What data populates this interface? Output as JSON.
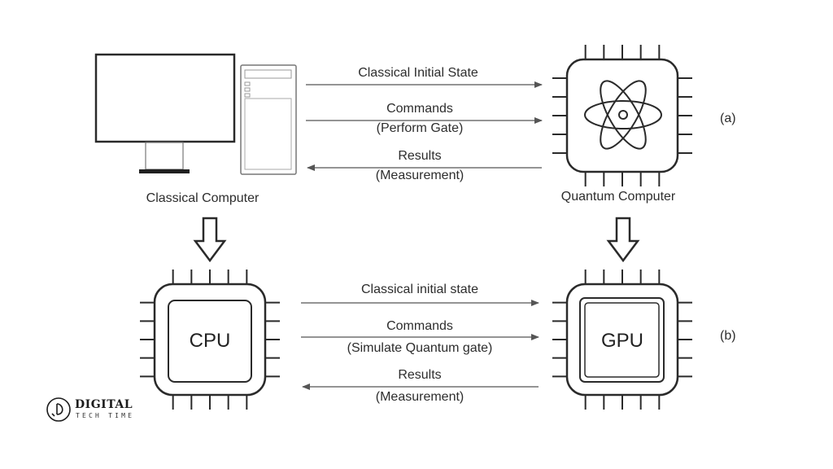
{
  "colors": {
    "stroke": "#2a2a2a",
    "arrow": "#555555",
    "background": "#ffffff"
  },
  "top": {
    "classical_label": "Classical Computer",
    "quantum_label": "Quantum Computer",
    "row_tag": "(a)",
    "arrows": {
      "initial_state": "Classical Initial State",
      "commands": "Commands",
      "commands_sub": "(Perform Gate)",
      "results": "Results",
      "results_sub": "(Measurement)"
    }
  },
  "bottom": {
    "cpu_label": "CPU",
    "gpu_label": "GPU",
    "row_tag": "(b)",
    "arrows": {
      "initial_state": "Classical initial state",
      "commands": "Commands",
      "commands_sub": "(Simulate Quantum gate)",
      "results": "Results",
      "results_sub": "(Measurement)"
    }
  },
  "logo": {
    "main": "DIGITAL",
    "sub": "TECH TIME",
    "icon": "digital-tech-time-logo-icon"
  }
}
